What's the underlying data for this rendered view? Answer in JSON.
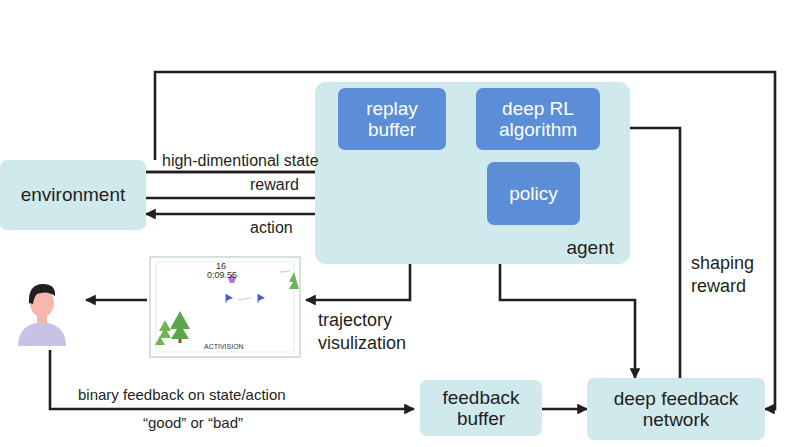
{
  "diagram": {
    "nodes": [
      {
        "text": [
          "environment"
        ]
      },
      {
        "text": [
          "agent"
        ]
      },
      {
        "text": [
          "replay buffer"
        ],
        "in": 1
      },
      {
        "text": [
          "deep RL algorithm"
        ],
        "in": 1
      },
      {
        "text": [
          "policy"
        ],
        "in": 1
      },
      {
        "text": [
          "feedback buffer"
        ]
      },
      {
        "text": [
          "deep feedback network"
        ]
      }
    ],
    "edges": [
      {
        "from": 0,
        "to": 2,
        "label": "high-dimentional state",
        "arrow": "to"
      },
      {
        "from": 0,
        "to": 4,
        "arrow": "to"
      },
      {
        "from": 0,
        "to": 2,
        "label": "reward",
        "arrow": "to"
      },
      {
        "from": 4,
        "to": 0,
        "label": "action",
        "arrow": "to"
      },
      {
        "from": 2,
        "to": 3,
        "arrow": "to"
      },
      {
        "from": 3,
        "to": 4,
        "arrow": "to"
      },
      {
        "from": 0,
        "to": 6,
        "arrow": "to"
      },
      {
        "from": 4,
        "to": 6,
        "arrow": "to"
      },
      {
        "from": 5,
        "to": 6,
        "arrow": "to"
      },
      {
        "from": 6,
        "to": 3,
        "label": "shaping reward",
        "arrow": "to"
      }
    ],
    "labels": [
      "16",
      "0:09.55",
      "ACTIVISION",
      "trajectory visulization",
      "binary feedback on state/action",
      "“good” or “bad”"
    ]
  }
}
